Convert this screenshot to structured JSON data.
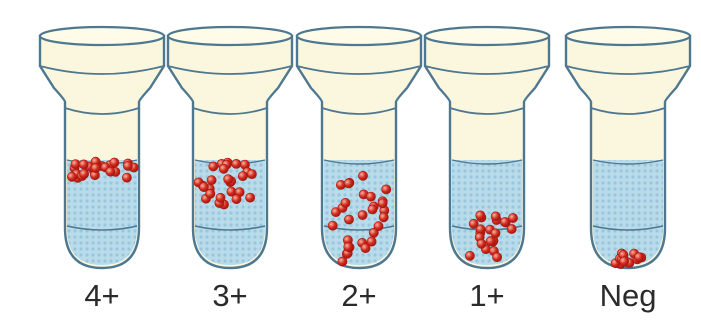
{
  "tubes": [
    {
      "id": "grade-4plus",
      "label": "4+",
      "cells": "top-band-tight"
    },
    {
      "id": "grade-3plus",
      "label": "3+",
      "cells": "top-band-loose"
    },
    {
      "id": "grade-2plus",
      "label": "2+",
      "cells": "dispersed-throughout"
    },
    {
      "id": "grade-1plus",
      "label": "1+",
      "cells": "mostly-bottom"
    },
    {
      "id": "grade-neg",
      "label": "Neg",
      "cells": "pellet-at-bottom"
    }
  ],
  "colors": {
    "tube_fill": "#fbf7df",
    "tube_outline": "#4e7790",
    "gel": "#b9dbea",
    "gel_dot": "#8fc0d8",
    "cell": "#d42a1f",
    "cell_highlight": "#f6b6a2"
  }
}
